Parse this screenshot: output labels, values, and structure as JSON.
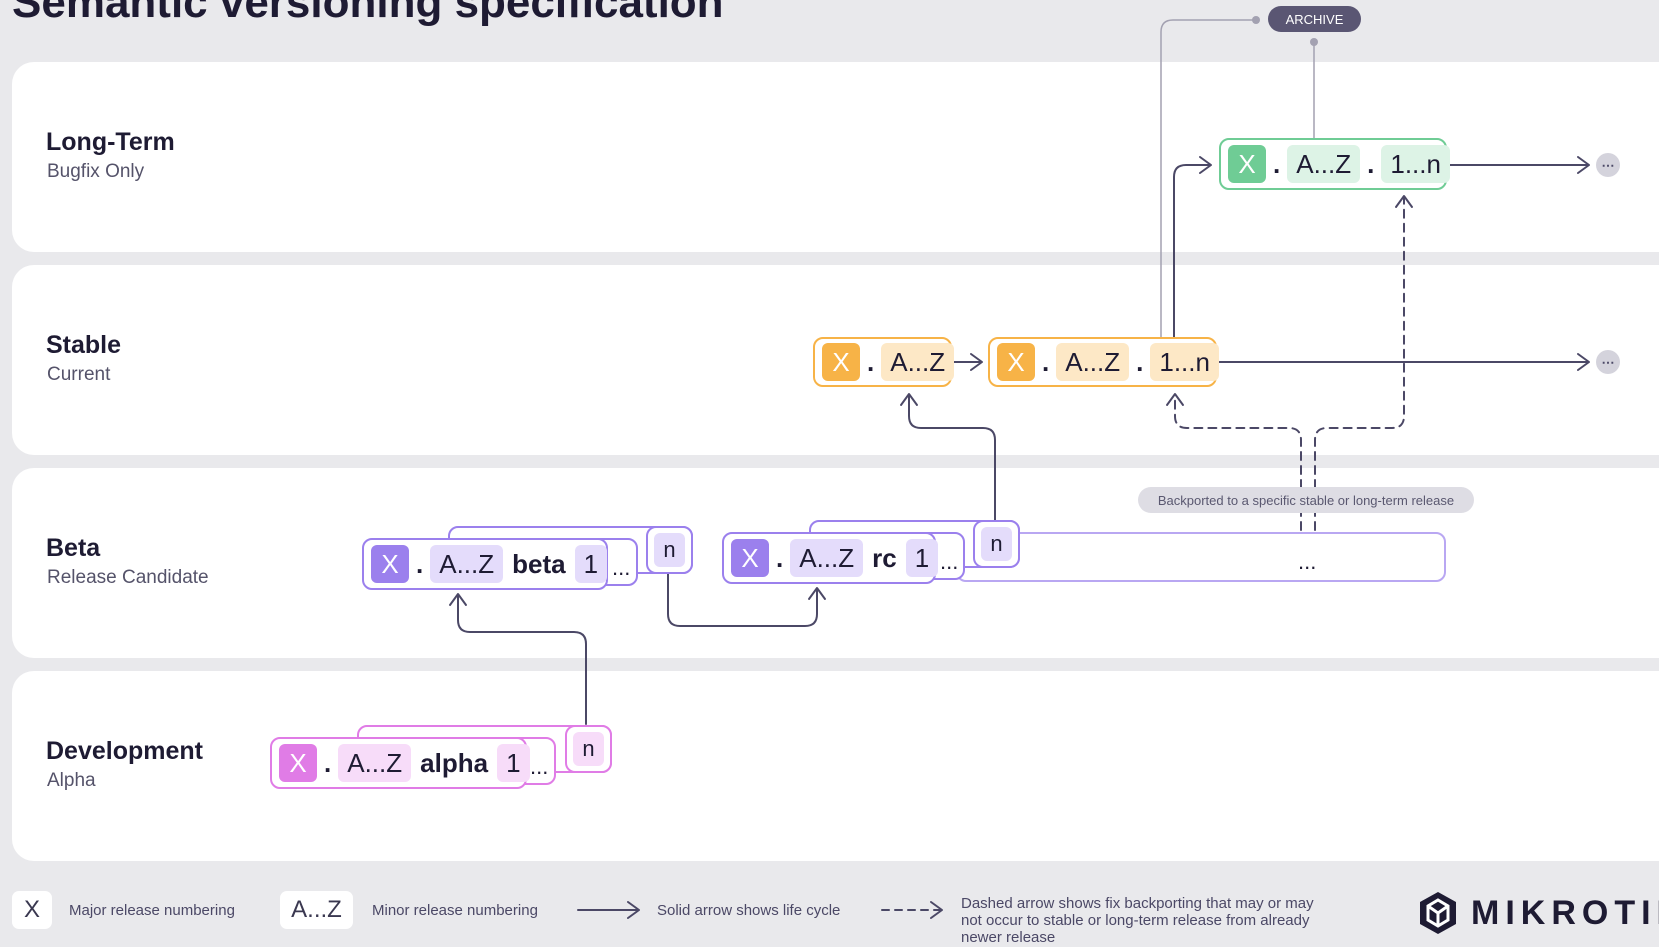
{
  "title": "Semantic versioning specification",
  "lanes": {
    "longterm": {
      "title": "Long-Term",
      "subtitle": "Bugfix Only"
    },
    "stable": {
      "title": "Stable",
      "subtitle": "Current"
    },
    "beta": {
      "title": "Beta",
      "subtitle": "Release Candidate"
    },
    "development": {
      "title": "Development",
      "subtitle": "Alpha"
    }
  },
  "tokens": {
    "major": "X",
    "minor": "A...Z",
    "patch": "1...n",
    "dot": ".",
    "one": "1",
    "n": "n",
    "ellipsis": "...",
    "alpha": "alpha",
    "beta": "beta",
    "rc": "rc",
    "more": "⋯"
  },
  "labels": {
    "archive": "ARCHIVE",
    "backport": "Backported to a specific stable or long-term release"
  },
  "legend": {
    "major_key": "X",
    "major_text": "Major release numbering",
    "minor_key": "A...Z",
    "minor_text": "Minor release numbering",
    "solid_text": "Solid arrow shows life cycle",
    "dashed_text": "Dashed arrow shows fix backporting that may or may not occur to stable or long-term release from already newer release"
  },
  "brand": "MIKROTIK",
  "colors": {
    "longterm_accent": "#6fcc95",
    "longterm_chip": "#ddf3e6",
    "stable_accent": "#f7b347",
    "stable_chip": "#fde8c6",
    "beta_accent": "#9b80ed",
    "beta_chip": "#e4dcfb",
    "dev_accent": "#e07ce6",
    "dev_chip": "#f7dcf9",
    "arrow": "#4b4866",
    "archive_bg": "#5a5673"
  }
}
